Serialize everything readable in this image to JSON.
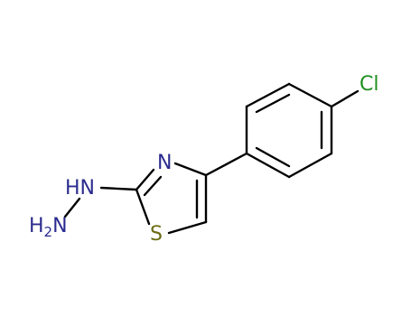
{
  "molecule": {
    "atoms": {
      "chlorine": {
        "text": "Cl",
        "color": "#1f8f1f"
      },
      "nitrogen_ring": {
        "text": "N",
        "color": "#2b2b8f"
      },
      "nh": {
        "text": "HN",
        "color": "#2b2b8f"
      },
      "nh2": {
        "h": "H",
        "sub": "2",
        "n": "N",
        "color": "#2b2b8f"
      },
      "sulfur": {
        "text": "S",
        "color": "#6b6b12"
      }
    },
    "bond_color": "#000000"
  }
}
